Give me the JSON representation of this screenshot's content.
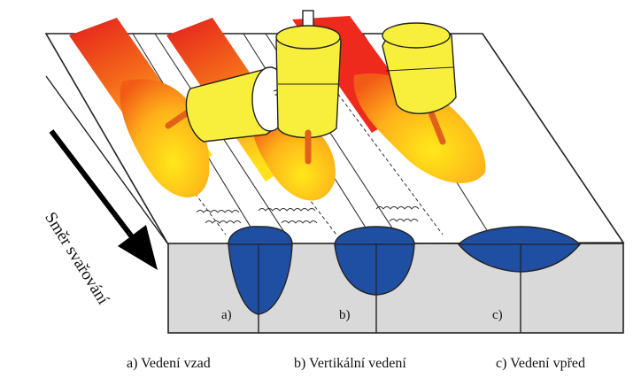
{
  "direction_label": "Směr svařování",
  "panels": [
    {
      "letter": "a)",
      "caption": "a) Vedení vzad"
    },
    {
      "letter": "b)",
      "caption": "b) Vertikální vedení"
    },
    {
      "letter": "c)",
      "caption": "c) Vedení vpřed"
    }
  ],
  "colors": {
    "weld_bead": "#1f4fa3",
    "flame_red": "#e8321f",
    "flame_yellow": "#ffe21a",
    "torch": "#f7ef3c",
    "plate_face": "#d9d9d9"
  }
}
